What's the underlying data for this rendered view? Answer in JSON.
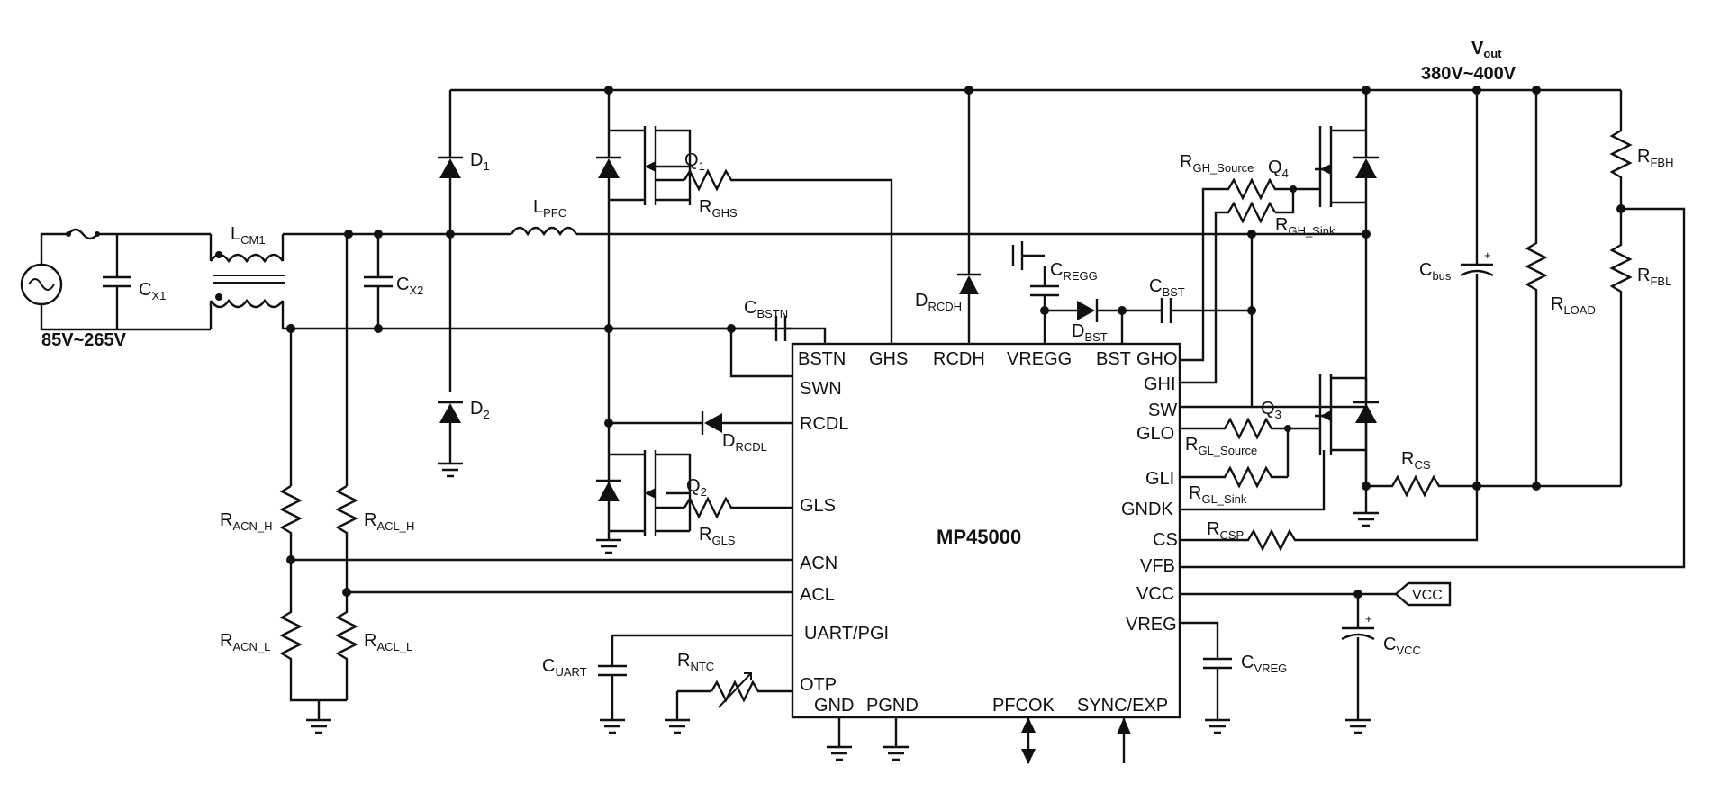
{
  "ic": {
    "name": "MP45000",
    "pins": {
      "bstn": "BSTN",
      "swn": "SWN",
      "rcdl": "RCDL",
      "gls": "GLS",
      "acn": "ACN",
      "acl": "ACL",
      "uart": "UART/PGI",
      "otp": "OTP",
      "gnd": "GND",
      "pgnd": "PGND",
      "pfcok": "PFCOK",
      "sync": "SYNC/EXP",
      "ghs": "GHS",
      "rcdh": "RCDH",
      "vregg": "VREGG",
      "bst": "BST",
      "gho": "GHO",
      "ghi": "GHI",
      "sw": "SW",
      "glo": "GLO",
      "gli": "GLI",
      "gndk": "GNDK",
      "cs": "CS",
      "vfb": "VFB",
      "vcc": "VCC",
      "vreg": "VREG"
    }
  },
  "labels": {
    "input_range": "85V~265V",
    "vout_v": "V",
    "vout_sub": "out",
    "vout_range": "380V~400V",
    "vcc_tag": "VCC"
  },
  "components": {
    "cx1": {
      "main": "C",
      "sub": "X1"
    },
    "lcm1": {
      "main": "L",
      "sub": "CM1"
    },
    "cx2": {
      "main": "C",
      "sub": "X2"
    },
    "d1": {
      "main": "D",
      "sub": "1"
    },
    "d2": {
      "main": "D",
      "sub": "2"
    },
    "lpfc": {
      "main": "L",
      "sub": "PFC"
    },
    "q1": {
      "main": "Q",
      "sub": "1"
    },
    "rghs": {
      "main": "R",
      "sub": "GHS"
    },
    "q2": {
      "main": "Q",
      "sub": "2"
    },
    "rgls": {
      "main": "R",
      "sub": "GLS"
    },
    "cbstn": {
      "main": "C",
      "sub": "BSTN"
    },
    "drcdl": {
      "main": "D",
      "sub": "RCDL"
    },
    "drcdh": {
      "main": "D",
      "sub": "RCDH"
    },
    "cregg": {
      "main": "C",
      "sub": "REGG"
    },
    "dbst": {
      "main": "D",
      "sub": "BST"
    },
    "cbst": {
      "main": "C",
      "sub": "BST"
    },
    "rgh_source": {
      "main": "R",
      "sub": "GH_Source"
    },
    "q4": {
      "main": "Q",
      "sub": "4"
    },
    "rgh_sink": {
      "main": "R",
      "sub": "GH_Sink"
    },
    "q3": {
      "main": "Q",
      "sub": "3"
    },
    "rgl_source": {
      "main": "R",
      "sub": "GL_Source"
    },
    "rgl_sink": {
      "main": "R",
      "sub": "GL_Sink"
    },
    "rcs": {
      "main": "R",
      "sub": "CS"
    },
    "rcsp": {
      "main": "R",
      "sub": "CSP"
    },
    "cbus": {
      "main": "C",
      "sub": "bus"
    },
    "rload": {
      "main": "R",
      "sub": "LOAD"
    },
    "rfbh": {
      "main": "R",
      "sub": "FBH"
    },
    "rfbl": {
      "main": "R",
      "sub": "FBL"
    },
    "cvcc": {
      "main": "C",
      "sub": "VCC"
    },
    "cvreg": {
      "main": "C",
      "sub": "VREG"
    },
    "cuart": {
      "main": "C",
      "sub": "UART"
    },
    "rntc": {
      "main": "R",
      "sub": "NTC"
    },
    "racn_h": {
      "main": "R",
      "sub": "ACN_H"
    },
    "racl_h": {
      "main": "R",
      "sub": "ACL_H"
    },
    "racn_l": {
      "main": "R",
      "sub": "ACN_L"
    },
    "racl_l": {
      "main": "R",
      "sub": "ACL_L"
    }
  }
}
